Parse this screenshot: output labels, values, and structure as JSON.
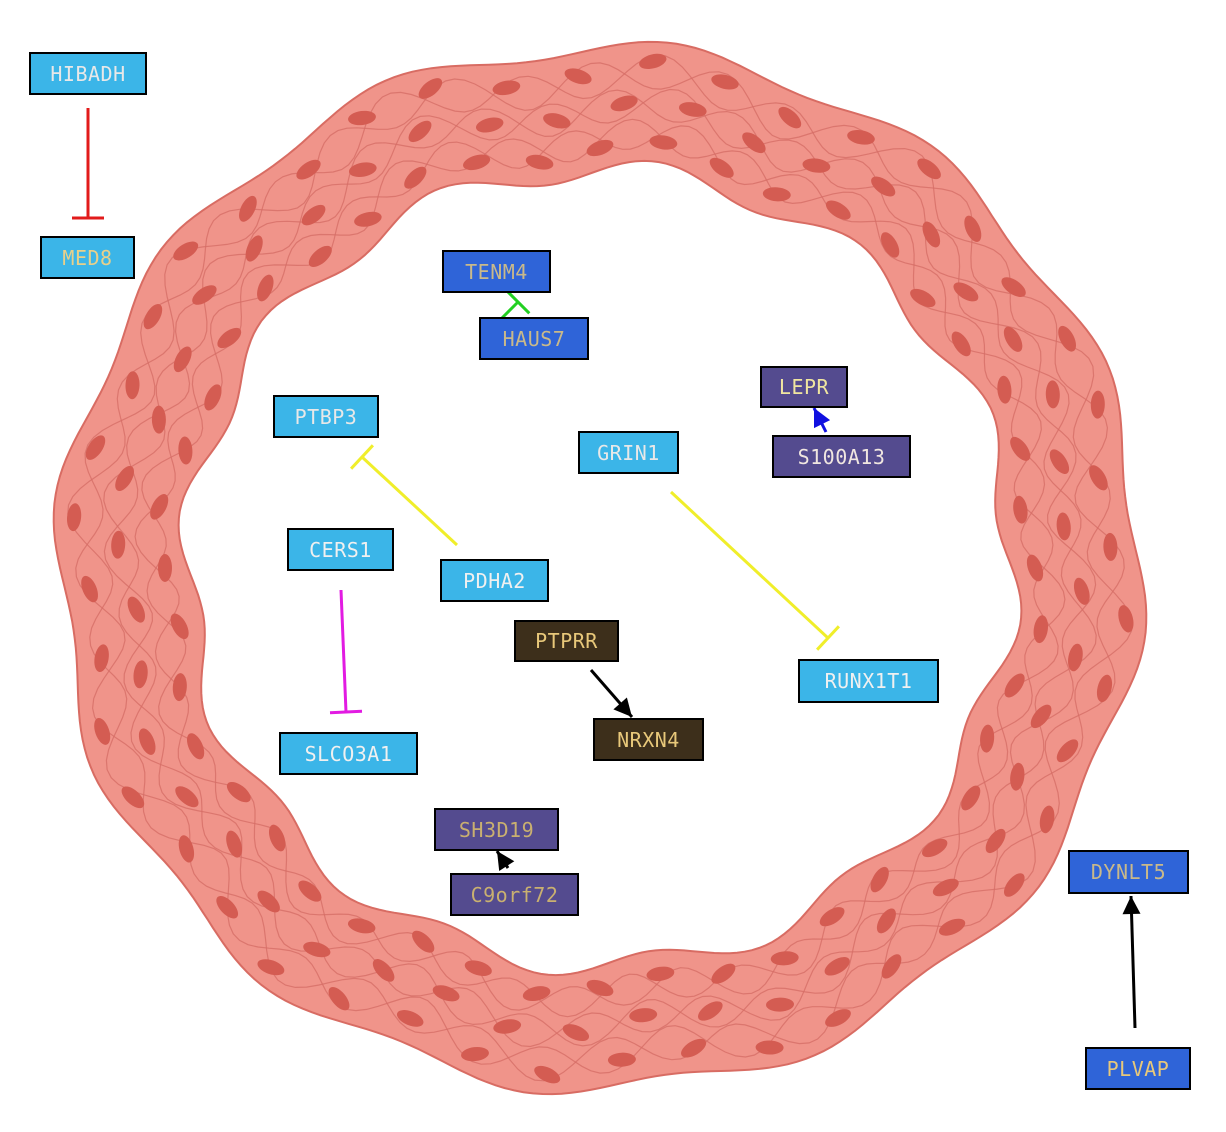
{
  "colors": {
    "ring_fill": "#f0948a",
    "ring_stroke": "#d86c63",
    "nucleus": "#d45c52",
    "cell_line": "#d66e66"
  },
  "nodes": [
    {
      "id": "HIBADH",
      "label": "HIBADH",
      "bg": "#3bb5e8",
      "fg": "#e8e8e8"
    },
    {
      "id": "MED8",
      "label": "MED8",
      "bg": "#3bb5e8",
      "fg": "#e8d08a"
    },
    {
      "id": "TENM4",
      "label": "TENM4",
      "bg": "#2f64d8",
      "fg": "#c9b98a"
    },
    {
      "id": "HAUS7",
      "label": "HAUS7",
      "bg": "#2f64d8",
      "fg": "#c9b98a"
    },
    {
      "id": "LEPR",
      "label": "LEPR",
      "bg": "#544b8f",
      "fg": "#f0e6a0"
    },
    {
      "id": "S100A13",
      "label": "S100A13",
      "bg": "#544b8f",
      "fg": "#f0e6e0"
    },
    {
      "id": "PTBP3",
      "label": "PTBP3",
      "bg": "#3bb5e8",
      "fg": "#e8e8e8"
    },
    {
      "id": "GRIN1",
      "label": "GRIN1",
      "bg": "#3bb5e8",
      "fg": "#e8e8e8"
    },
    {
      "id": "CERS1",
      "label": "CERS1",
      "bg": "#3bb5e8",
      "fg": "#f0f0f0"
    },
    {
      "id": "PDHA2",
      "label": "PDHA2",
      "bg": "#3bb5e8",
      "fg": "#f0f0f0"
    },
    {
      "id": "PTPRR",
      "label": "PTPRR",
      "bg": "#3d2f1b",
      "fg": "#e8c87a"
    },
    {
      "id": "RUNX1T1",
      "label": "RUNX1T1",
      "bg": "#3bb5e8",
      "fg": "#f0f0f0"
    },
    {
      "id": "NRXN4",
      "label": "NRXN4",
      "bg": "#3d2f1b",
      "fg": "#e8c87a"
    },
    {
      "id": "SLCO3A1",
      "label": "SLCO3A1",
      "bg": "#3bb5e8",
      "fg": "#f0f0f0"
    },
    {
      "id": "SH3D19",
      "label": "SH3D19",
      "bg": "#544b8f",
      "fg": "#c9b070"
    },
    {
      "id": "C9orf72",
      "label": "C9orf72",
      "bg": "#544b8f",
      "fg": "#c9b070"
    },
    {
      "id": "DYNLT5",
      "label": "DYNLT5",
      "bg": "#2f64d8",
      "fg": "#c9b98a"
    },
    {
      "id": "PLVAP",
      "label": "PLVAP",
      "bg": "#2f64d8",
      "fg": "#e8c87a"
    }
  ],
  "edges": [
    {
      "source": "HIBADH",
      "target": "MED8",
      "type": "inhibition",
      "color": "#e21b1b"
    },
    {
      "source": "TENM4",
      "target": "HAUS7",
      "type": "inhibition",
      "color": "#22d022"
    },
    {
      "source": "S100A13",
      "target": "LEPR",
      "type": "activation",
      "color": "#1010e0"
    },
    {
      "source": "PDHA2",
      "target": "PTBP3",
      "type": "inhibition",
      "color": "#f0ee2a"
    },
    {
      "source": "GRIN1",
      "target": "RUNX1T1",
      "type": "inhibition",
      "color": "#f0ee2a"
    },
    {
      "source": "CERS1",
      "target": "SLCO3A1",
      "type": "inhibition",
      "color": "#e21be2"
    },
    {
      "source": "PTPRR",
      "target": "NRXN4",
      "type": "activation",
      "color": "#000000"
    },
    {
      "source": "C9orf72",
      "target": "SH3D19",
      "type": "activation",
      "color": "#000000"
    },
    {
      "source": "PLVAP",
      "target": "DYNLT5",
      "type": "activation",
      "color": "#000000"
    }
  ]
}
